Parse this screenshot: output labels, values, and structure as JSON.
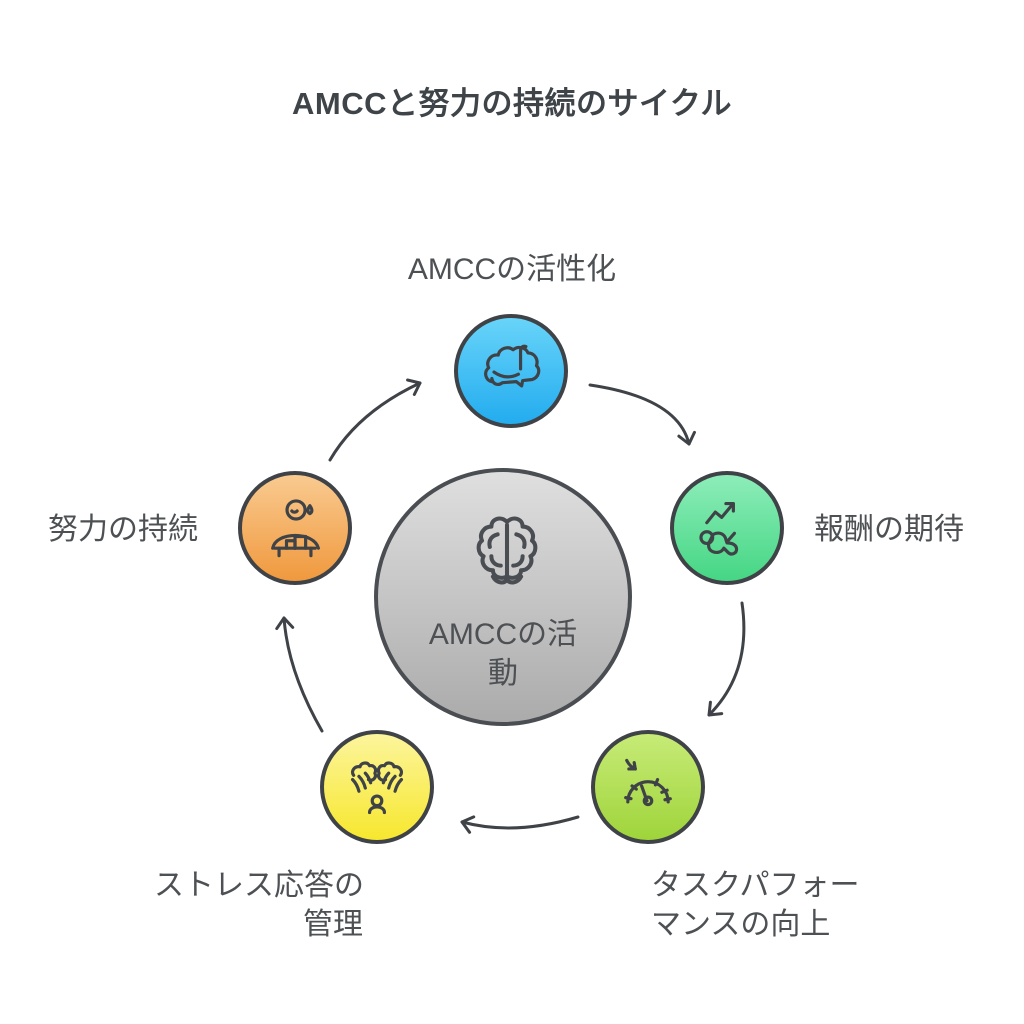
{
  "title": "AMCCと努力の持続のサイクル",
  "center": {
    "label_line1": "AMCCの活",
    "label_line2": "動",
    "color_top": "#DFDFDF",
    "color_bottom": "#ABABAB",
    "icon": "brain-top-icon"
  },
  "nodes": [
    {
      "id": "amcc-activation",
      "label": "AMCCの活性化",
      "color_top": "#68D4F9",
      "color_bottom": "#23ACEF",
      "icon": "brain-side-icon"
    },
    {
      "id": "reward-expectation",
      "label": "報酬の期待",
      "color_top": "#8DEDB9",
      "color_bottom": "#45D684",
      "icon": "situp-trend-icon"
    },
    {
      "id": "task-performance",
      "label_line1": "タスクパフォー",
      "label_line2": "マンスの向上",
      "color_top": "#C7EB77",
      "color_bottom": "#9FD43B",
      "icon": "gauge-icon"
    },
    {
      "id": "stress-management",
      "label_line1": "ストレス応答の",
      "label_line2": "管理",
      "color_top": "#FCF59C",
      "color_bottom": "#F7E72E",
      "icon": "stress-clouds-icon"
    },
    {
      "id": "effort-persistence",
      "label": "努力の持続",
      "color_top": "#F9CA90",
      "color_bottom": "#F0993E",
      "icon": "sweating-worker-icon"
    }
  ],
  "colors": {
    "stroke": "#3F4347",
    "label_text": "#4D5154",
    "title_text": "#3F4449",
    "background": "#FFFFFF"
  }
}
